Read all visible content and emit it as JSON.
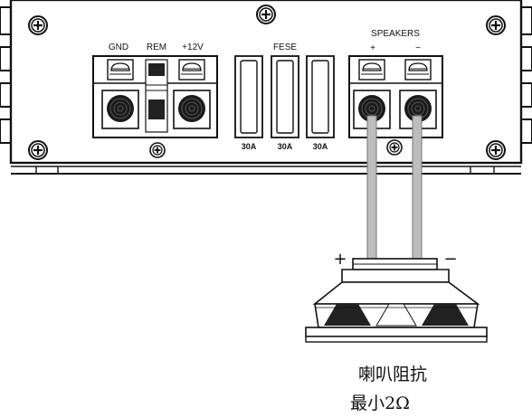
{
  "amplifier": {
    "power_labels": {
      "gnd": "GND",
      "rem": "REM",
      "plus12v": "+12V"
    },
    "fuse": {
      "title": "FESE",
      "ratings": [
        "30A",
        "30A",
        "30A"
      ]
    },
    "speakers": {
      "title": "SPEAKERS",
      "plus": "+",
      "minus": "−"
    }
  },
  "speaker": {
    "plus": "+",
    "minus": "−"
  },
  "caption": {
    "line1": "喇叭阻抗",
    "line2": "最小2Ω"
  },
  "colors": {
    "line": "#111111",
    "terminal": "#333333",
    "wire": "#bdbdbd",
    "background": "#ffffff"
  },
  "icons": [
    "screw-icon",
    "terminal-screw-icon",
    "fuse-icon",
    "speaker-icon"
  ]
}
